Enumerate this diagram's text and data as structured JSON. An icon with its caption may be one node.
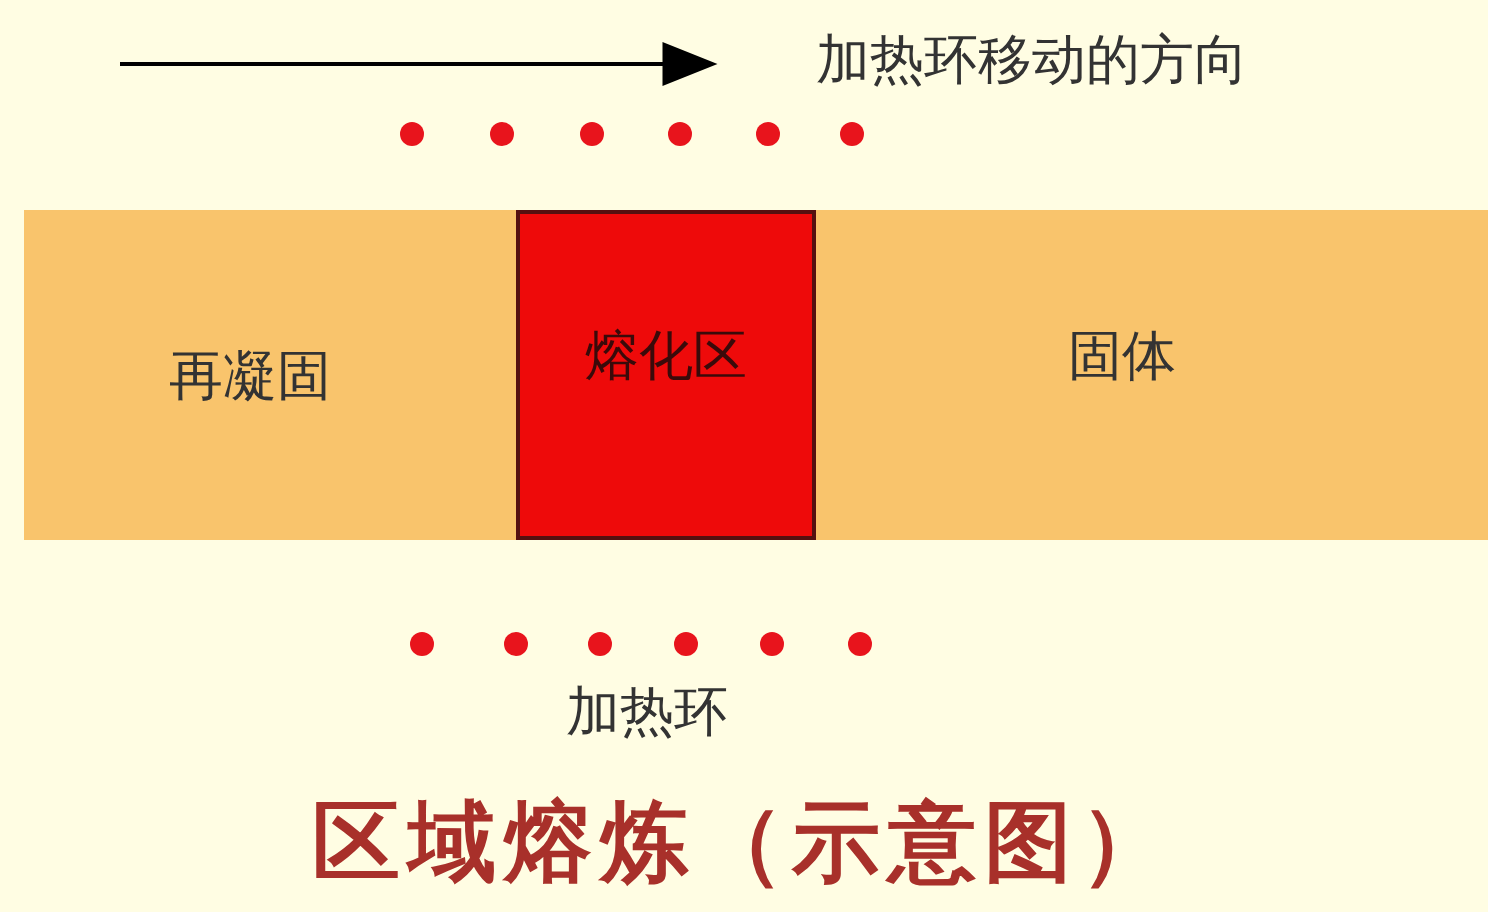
{
  "diagram": {
    "caption": "区域熔炼（示意图）",
    "nodes": [
      {
        "text": [
          "再凝固"
        ]
      },
      {
        "text": [
          "熔化区"
        ]
      },
      {
        "text": [
          "固体"
        ]
      }
    ],
    "labels": [
      "加热环移动的方向",
      "加热环"
    ]
  }
}
